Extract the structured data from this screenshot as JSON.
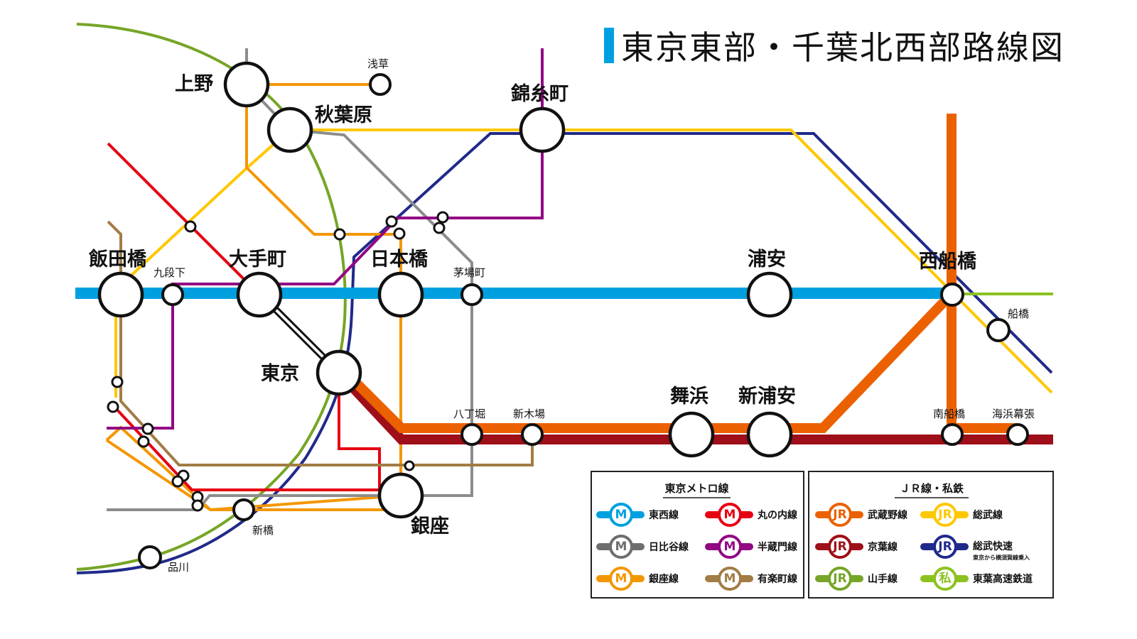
{
  "title": "東京東部・千葉北西部路線図",
  "colors": {
    "tozai": "#00a0e0",
    "marunouchi": "#e60012",
    "hibiya": "#8c8c8c",
    "hanzomon": "#920783",
    "ginza": "#f39700",
    "yurakucho": "#a27c45",
    "musashino": "#eb6100",
    "sobu": "#ffc700",
    "keiyo": "#9e0f19",
    "sobu_rapid": "#202a8a",
    "yamanote": "#76a527",
    "toyo": "#8cc21f",
    "title_accent": "#00a0e0"
  },
  "stations": {
    "major": [
      {
        "id": "ueno",
        "name": "上野"
      },
      {
        "id": "akihabara",
        "name": "秋葉原"
      },
      {
        "id": "kinshicho",
        "name": "錦糸町"
      },
      {
        "id": "iidabashi",
        "name": "飯田橋"
      },
      {
        "id": "otemachi",
        "name": "大手町"
      },
      {
        "id": "nihombashi",
        "name": "日本橋"
      },
      {
        "id": "urayasu",
        "name": "浦安"
      },
      {
        "id": "nishifunabashi",
        "name": "西船橋"
      },
      {
        "id": "tokyo",
        "name": "東京"
      },
      {
        "id": "maihama",
        "name": "舞浜"
      },
      {
        "id": "shinurayasu",
        "name": "新浦安"
      },
      {
        "id": "ginza",
        "name": "銀座"
      }
    ],
    "minor": [
      {
        "id": "asakusa",
        "name": "浅草"
      },
      {
        "id": "kudanshita",
        "name": "九段下"
      },
      {
        "id": "kayabacho",
        "name": "茅場町"
      },
      {
        "id": "funabashi",
        "name": "船橋"
      },
      {
        "id": "hatchobori",
        "name": "八丁堀"
      },
      {
        "id": "shinkiba",
        "name": "新木場"
      },
      {
        "id": "minamifunabashi",
        "name": "南船橋"
      },
      {
        "id": "kaihinmakuhari",
        "name": "海浜幕張"
      },
      {
        "id": "shimbashi",
        "name": "新橋"
      },
      {
        "id": "shinagawa",
        "name": "品川"
      }
    ]
  },
  "legend": {
    "metro": {
      "title": "東京メトロ線",
      "items": [
        {
          "badge": "M",
          "label": "東西線",
          "color": "#00a0e0"
        },
        {
          "badge": "M",
          "label": "丸の内線",
          "color": "#e60012"
        },
        {
          "badge": "M",
          "label": "日比谷線",
          "color": "#6e6e6e"
        },
        {
          "badge": "M",
          "label": "半蔵門線",
          "color": "#920783"
        },
        {
          "badge": "M",
          "label": "銀座線",
          "color": "#f39700"
        },
        {
          "badge": "M",
          "label": "有楽町線",
          "color": "#a27c45"
        }
      ]
    },
    "jr": {
      "title": "ＪＲ線・私鉄",
      "items": [
        {
          "badge": "JR",
          "label": "武蔵野線",
          "color": "#eb6100"
        },
        {
          "badge": "JR",
          "label": "総武線",
          "color": "#ffc700"
        },
        {
          "badge": "JR",
          "label": "京葉線",
          "color": "#9e0f19"
        },
        {
          "badge": "JR",
          "label": "総武快速",
          "sub": "東京から横須賀線乗入",
          "color": "#202a8a"
        },
        {
          "badge": "JR",
          "label": "山手線",
          "color": "#76a527"
        },
        {
          "badge": "私",
          "label": "東葉高速鉄道",
          "color": "#8cc21f"
        }
      ]
    }
  }
}
